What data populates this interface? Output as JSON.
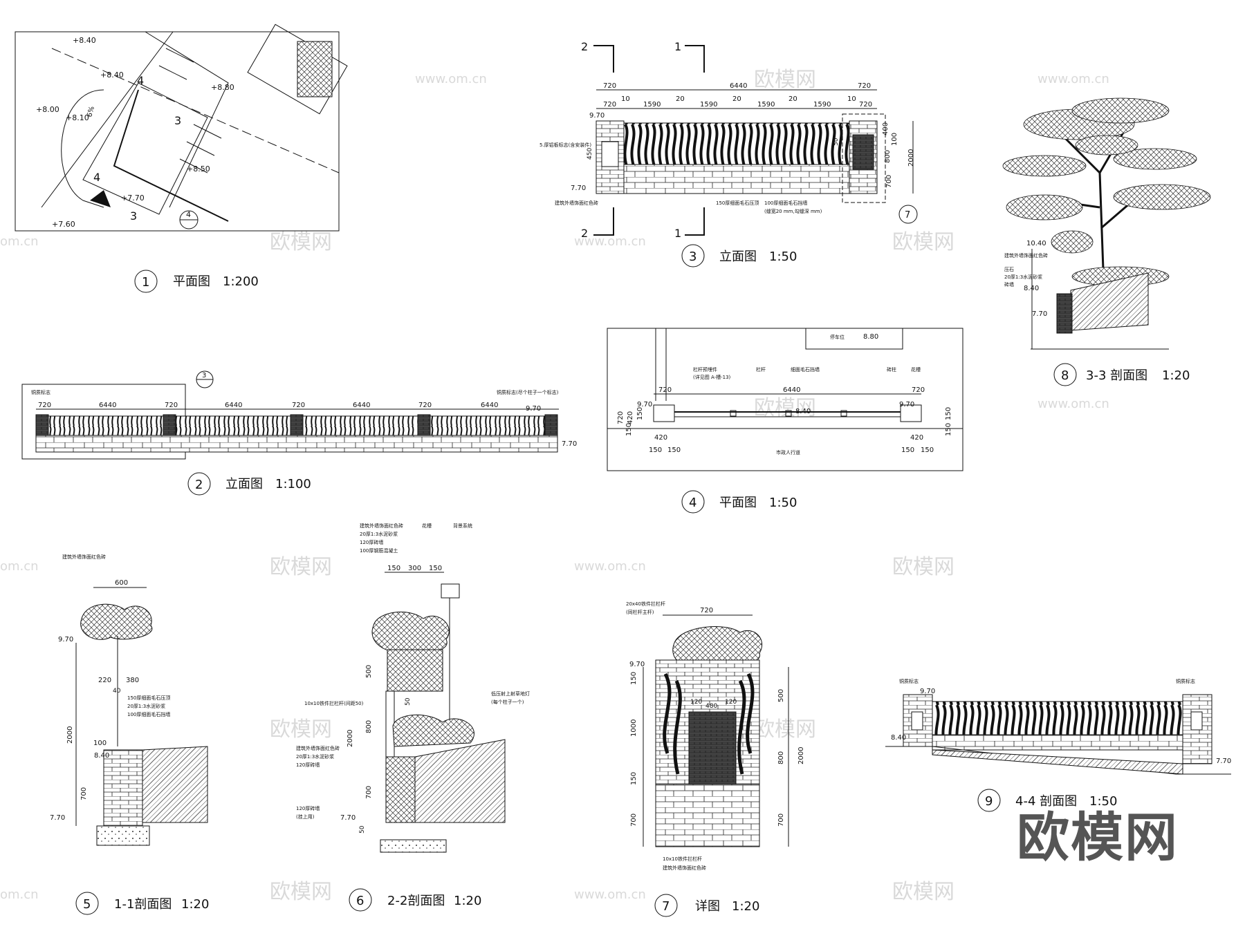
{
  "watermark": {
    "site": "www.om.cn",
    "site_short": "om.cn",
    "name": "欧模网",
    "brand": "欧模网"
  },
  "plan_site": {
    "levels": [
      "+8.40",
      "+8.40",
      "+8.80",
      "+8.00",
      "+8.10",
      "+8.50",
      "+7.70",
      "+7.60"
    ],
    "slope": "6%",
    "section_marks": [
      "4",
      "3",
      "4",
      "3"
    ],
    "detail_ref": "4"
  },
  "elev_50": {
    "section_marks": [
      "2",
      "1",
      "2",
      "1"
    ],
    "dims_top": [
      "720",
      "6440",
      "720"
    ],
    "dims_mid": [
      "720",
      "10",
      "1590",
      "20",
      "1590",
      "20",
      "1590",
      "20",
      "1590",
      "10",
      "720"
    ],
    "dims_right": [
      "400",
      "100",
      "800",
      "2000",
      "700"
    ],
    "level_top": "9.70",
    "level_bottom": "7.70",
    "note_left": "5.厚铝板标志(含安装件)",
    "note_left2": "建筑外墙饰面红色砖",
    "note_bottom1": "150厚细面毛石压顶",
    "note_bottom2": "100厚细面毛石挡墙",
    "note_bottom3": "(缝宽20 mm,勾缝深 mm)",
    "dim_450": "450",
    "dim_50": "50",
    "detail_ref": "7"
  },
  "elev_100": {
    "dims": [
      "720",
      "6440",
      "720",
      "6440",
      "720",
      "6440",
      "720",
      "6440"
    ],
    "level_top": "9.70",
    "level_bottom": "7.70",
    "note_left": "铜质标志",
    "note_right": "铜质标志(尽个柱子一个标志)",
    "ref": "3"
  },
  "plan_50": {
    "label_parking": "停车位",
    "level_parking": "8.80",
    "note1": "栏杆预埋件",
    "note1b": "(详见图 A-槽-13)",
    "note2": "栏杆",
    "note3": "细面毛石挡墙",
    "note4": "砖柱",
    "note5": "花槽",
    "dims_top": [
      "720",
      "6440",
      "720"
    ],
    "dims_left": [
      "720",
      "420",
      "150",
      "150"
    ],
    "dims_bottom": [
      "420",
      "150",
      "150",
      "420",
      "150",
      "150"
    ],
    "dims_right": [
      "150",
      "150"
    ],
    "level_left": "9.70",
    "level_mid": "8.40",
    "level_right": "9.70",
    "sidewalk": "市政人行道"
  },
  "sect_33": {
    "level1": "10.40",
    "note1": "建筑外墙饰面红色砖",
    "note2": "压石",
    "note3": "20厚1:3水泥砂浆",
    "note4": "砖墙",
    "level2": "8.40",
    "level3": "7.70"
  },
  "sect_11": {
    "note_top": "建筑外墙饰面红色砖",
    "dim_600": "600",
    "level_top": "9.70",
    "dim_220": "220",
    "dim_380": "380",
    "dim_40": "40",
    "note1": "150厚细面毛石压顶",
    "note2": "20厚1:3水泥砂浆",
    "note3": "100厚细面毛石挡墙",
    "dim_2000": "2000",
    "dim_100": "100",
    "level_mid": "8.40",
    "dim_700": "700",
    "level_bottom": "7.70"
  },
  "sect_22": {
    "note1": "建筑外墙饰面红色砖",
    "note2": "20厚1:3水泥砂浆",
    "note3": "120厚砖墙",
    "note4": "100厚钢筋混凝土",
    "note_flower": "花槽",
    "note_light": "背景系统",
    "dims_top": [
      "150",
      "300",
      "150"
    ],
    "dim_500": "500",
    "dim_50": "50",
    "dim_800": "800",
    "dim_2000": "2000",
    "dim_700": "700",
    "dim_50b": "50",
    "note_rail": "10x10铁件拦栏杆(间距50)",
    "note_lamp": "低压射上射草地灯",
    "note_lamp2": "(每个柱子一个)",
    "note_left1": "建筑外墙饰面红色砖",
    "note_left2": "20厚1:3水泥砂浆",
    "note_left3": "120厚砖墙",
    "note_base": "120厚砖墙",
    "note_base2": "(挂上用)",
    "level_bottom": "7.70"
  },
  "detail_7": {
    "note_top": "20x40铁件拦栏杆",
    "note_top2": "(同栏杆主杆)",
    "dim_720": "720",
    "level": "9.70",
    "dims_left": [
      "150",
      "1000",
      "150",
      "700"
    ],
    "dims_right": [
      "500",
      "800",
      "2000",
      "700"
    ],
    "dim_480": "480",
    "dim_120a": "120",
    "dim_120b": "120",
    "note_bottom": "10x10铁件拦栏杆",
    "note_bottom2": "建筑外墙饰面红色砖"
  },
  "sect_44": {
    "note_left": "铜质标志",
    "note_right": "铜质标志",
    "level_top": "9.70",
    "level_left": "8.40",
    "level_right": "7.70"
  },
  "titles": [
    {
      "num": "1",
      "name": "平面图",
      "scale": "1:200"
    },
    {
      "num": "3",
      "name": "立面图",
      "scale": "1:50"
    },
    {
      "num": "8",
      "name": "3-3 剖面图",
      "scale": "1:20"
    },
    {
      "num": "2",
      "name": "立面图",
      "scale": "1:100"
    },
    {
      "num": "4",
      "name": "平面图",
      "scale": "1:50"
    },
    {
      "num": "5",
      "name": "1-1剖面图",
      "scale": "1:20"
    },
    {
      "num": "6",
      "name": "2-2剖面图",
      "scale": "1:20"
    },
    {
      "num": "7",
      "name": "详图",
      "scale": "1:20"
    },
    {
      "num": "9",
      "name": "4-4 剖面图",
      "scale": "1:50"
    }
  ]
}
